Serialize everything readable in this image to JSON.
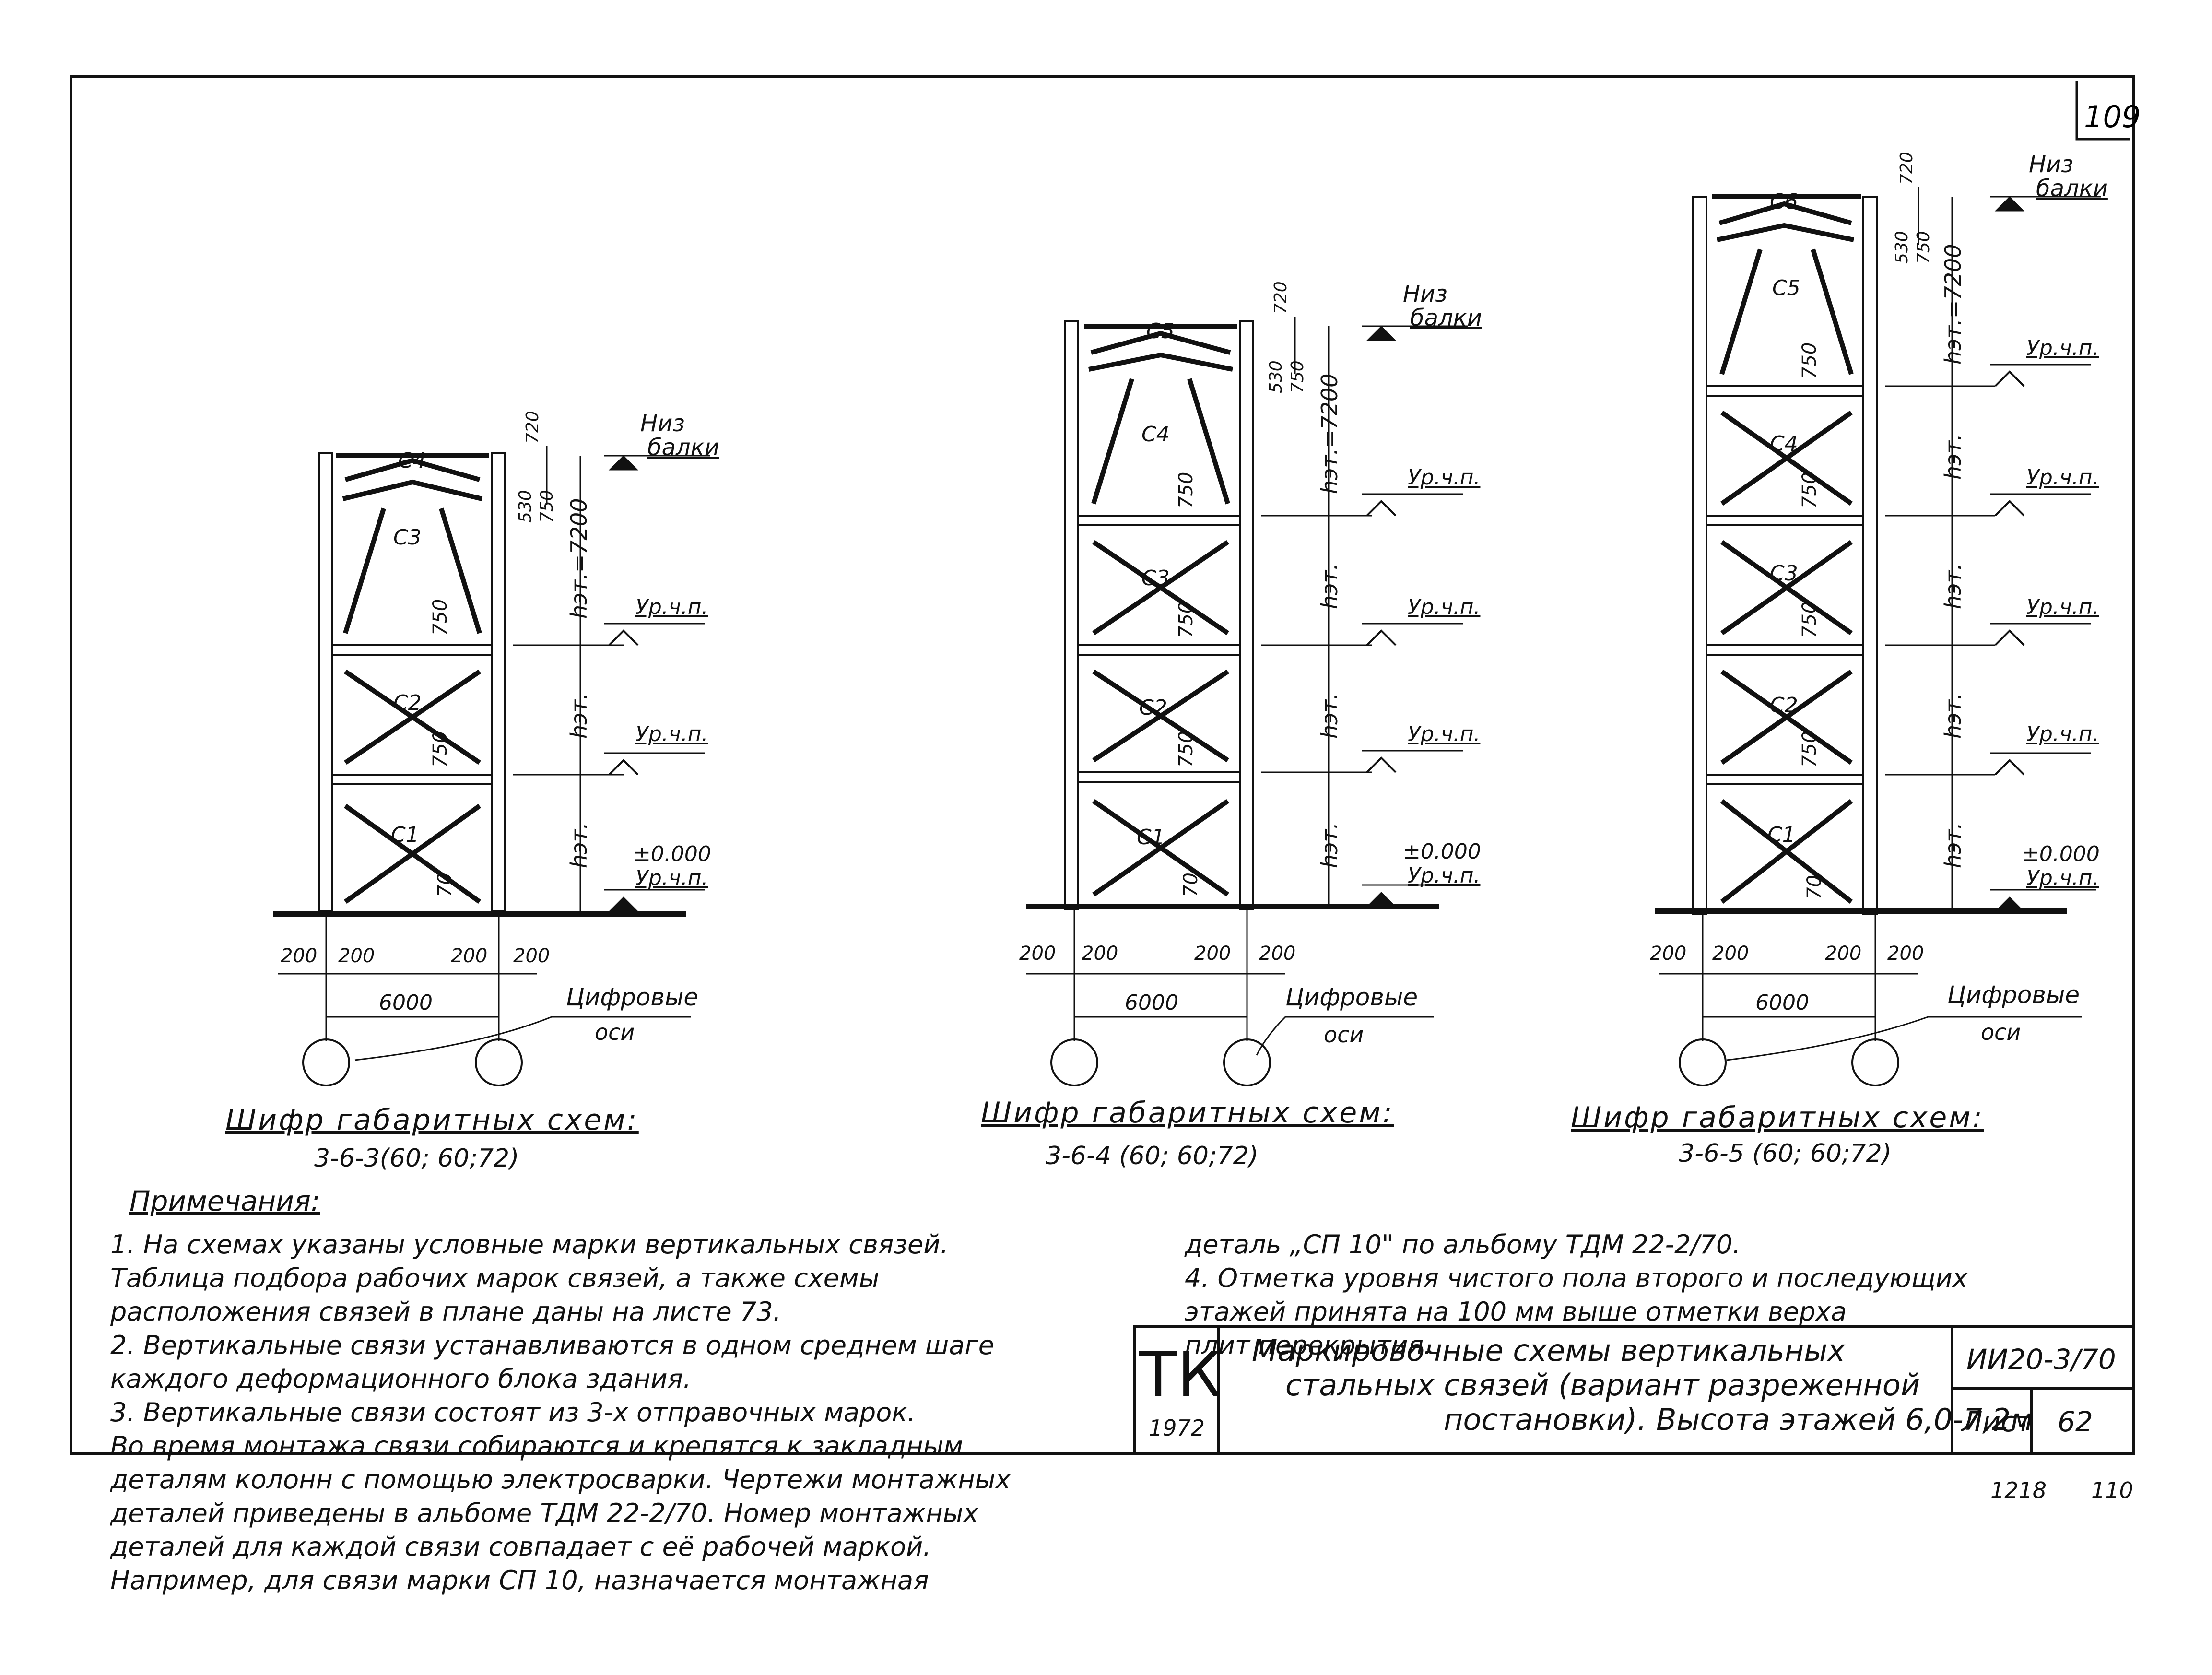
{
  "page": {
    "sheet_number_top": "109",
    "bottom_corner_left": "1218",
    "bottom_corner_right": "110"
  },
  "frames": [
    {
      "cipher_label": "Шифр габаритных схем:",
      "cipher_value": "3-6-3(60; 60;72)",
      "braces": [
        "С4",
        "С3",
        "С2",
        "С1"
      ],
      "dims_vertical": [
        "720",
        "530",
        "750",
        "750",
        "750",
        "70"
      ],
      "height_labels": [
        "hэт.=7200",
        "hэт.",
        "hэт."
      ],
      "level_labels": [
        "Низ",
        "балки",
        "Ур.ч.п.",
        "Ур.ч.п.",
        "±0.000",
        "Ур.ч.п."
      ],
      "bottom_dims": [
        "200",
        "200",
        "200",
        "200"
      ],
      "span": "6000",
      "axes_label": [
        "Цифровые",
        "оси"
      ]
    },
    {
      "cipher_label": "Шифр габаритных схем:",
      "cipher_value": "3-6-4 (60; 60;72)",
      "braces": [
        "С5",
        "С4",
        "С3",
        "С2",
        "С1"
      ],
      "dims_vertical": [
        "720",
        "530",
        "750",
        "750",
        "750",
        "750",
        "70"
      ],
      "height_labels": [
        "hэт.=7200",
        "hэт.",
        "hэт.",
        "hэт."
      ],
      "level_labels": [
        "Низ",
        "балки",
        "Ур.ч.п.",
        "Ур.ч.п.",
        "Ур.ч.п.",
        "±0.000",
        "Ур.ч.п."
      ],
      "bottom_dims": [
        "200",
        "200",
        "200",
        "200"
      ],
      "span": "6000",
      "axes_label": [
        "Цифровые",
        "оси"
      ]
    },
    {
      "cipher_label": "Шифр габаритных схем:",
      "cipher_value": "3-6-5 (60; 60;72)",
      "braces": [
        "С6",
        "С5",
        "С4",
        "С3",
        "С2",
        "С1"
      ],
      "dims_vertical": [
        "720",
        "530",
        "750",
        "750",
        "750",
        "750",
        "750",
        "70"
      ],
      "height_labels": [
        "hэт.=7200",
        "hэт.",
        "hэт.",
        "hэт.",
        "hэт."
      ],
      "level_labels": [
        "Низ",
        "балки",
        "Ур.ч.п.",
        "Ур.ч.п.",
        "Ур.ч.п.",
        "Ур.ч.п.",
        "±0.000",
        "Ур.ч.п."
      ],
      "bottom_dims": [
        "200",
        "200",
        "200",
        "200"
      ],
      "span": "6000",
      "axes_label": [
        "Цифровые",
        "оси"
      ]
    }
  ],
  "notes": {
    "heading": "Примечания:",
    "left": [
      "1.  На схемах указаны условные марки вертикальных связей.",
      "     Таблица подбора рабочих марок связей, а также схемы",
      "     расположения связей в плане даны на листе  73.",
      "2.  Вертикальные связи устанавливаются в одном среднем шаге",
      "     каждого деформационного блока здания.",
      "3.  Вертикальные связи состоят из 3-х отправочных марок.",
      "     Во время монтажа связи собираются и крепятся к закладным",
      "     деталям колонн с помощью электросварки. Чертежи монтажных",
      "     деталей приведены в альбоме ТДМ 22-2/70. Номер монтажных",
      "     деталей для каждой связи совпадает с её рабочей маркой.",
      "     Например, для связи марки СП 10, назначается монтажная"
    ],
    "right": [
      "деталь „СП 10\" по альбому ТДМ 22-2/70.",
      "4.  Отметка уровня чистого пола второго и последующих",
      "     этажей принята на 100 мм выше отметки верха",
      "     плит перекрытия."
    ]
  },
  "title_block": {
    "org": "ТК",
    "year": "1972",
    "title_line1": "Маркировочные схемы вертикальных",
    "title_line2": "стальных связей (вариант разреженной",
    "title_line3": "постановки). Высота этажей 6,0-7,2м",
    "code": "ИИ20-3/70",
    "sheet_label": "Лист",
    "sheet_number": "62"
  }
}
